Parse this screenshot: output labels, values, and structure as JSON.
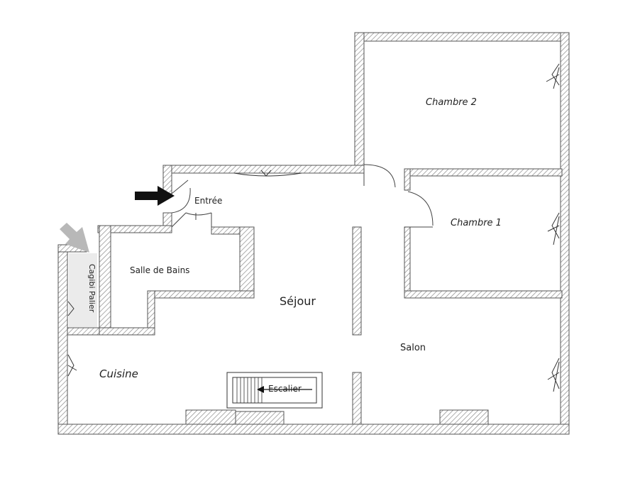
{
  "rooms": {
    "chambre2": "Chambre 2",
    "chambre1": "Chambre 1",
    "entree": "Entrée",
    "salle_de_bains": "Salle de Bains",
    "sejour": "Séjour",
    "salon": "Salon",
    "cuisine": "Cuisine",
    "cagibi_palier": "Cagibi Palier",
    "escalier": "Escalier"
  },
  "colors": {
    "wall_stroke": "#555555",
    "hatch": "#8a8a8a",
    "entry_arrow": "#111111",
    "secondary_arrow": "#b8b8b8",
    "cagibi_fill": "#ebebeb"
  }
}
